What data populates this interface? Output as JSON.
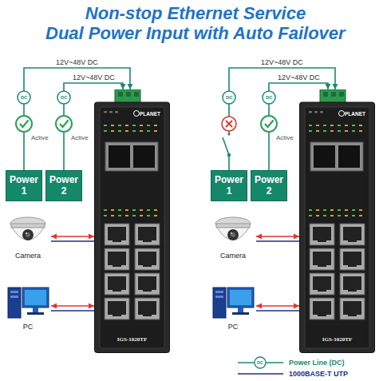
{
  "diagram": {
    "title": "Non-stop Ethernet Service",
    "nodes": [
      {
        "text": [
          "Power 1"
        ]
      },
      {
        "text": [
          "Power 2"
        ]
      },
      {
        "text": [
          "IGS-1020TF"
        ]
      },
      {
        "text": [
          "Camera"
        ]
      },
      {
        "text": [
          "PC"
        ]
      },
      {
        "text": [
          "Power 1"
        ]
      },
      {
        "text": [
          "Power 2"
        ]
      },
      {
        "text": [
          "IGS-1020TF"
        ]
      },
      {
        "text": [
          "Camera"
        ]
      },
      {
        "text": [
          "PC"
        ]
      }
    ],
    "edges": [
      {
        "from": 0,
        "to": 2,
        "arrow": "to",
        "label": "12V~48V DC"
      },
      {
        "from": 1,
        "to": 2,
        "arrow": "to",
        "label": "12V~48V DC"
      },
      {
        "from": 3,
        "to": 2,
        "arrow": "both"
      },
      {
        "from": 4,
        "to": 2,
        "arrow": "both"
      },
      {
        "from": 5,
        "to": 7,
        "arrow": "to",
        "label": "12V~48V DC"
      },
      {
        "from": 6,
        "to": 7,
        "arrow": "to",
        "label": "12V~48V DC"
      },
      {
        "from": 8,
        "to": 7,
        "arrow": "both"
      },
      {
        "from": 9,
        "to": 7,
        "arrow": "both"
      }
    ],
    "labels": [
      "Dual Power Input with Auto Failover",
      "PLANET",
      "PLANET",
      "DC",
      "DC",
      "DC",
      "DC",
      "Active",
      "Active",
      "Active",
      "DC"
    ],
    "legend": [
      {
        "text": "Power Line (DC)"
      },
      {
        "text": "1000BASE-T UTP"
      }
    ]
  }
}
